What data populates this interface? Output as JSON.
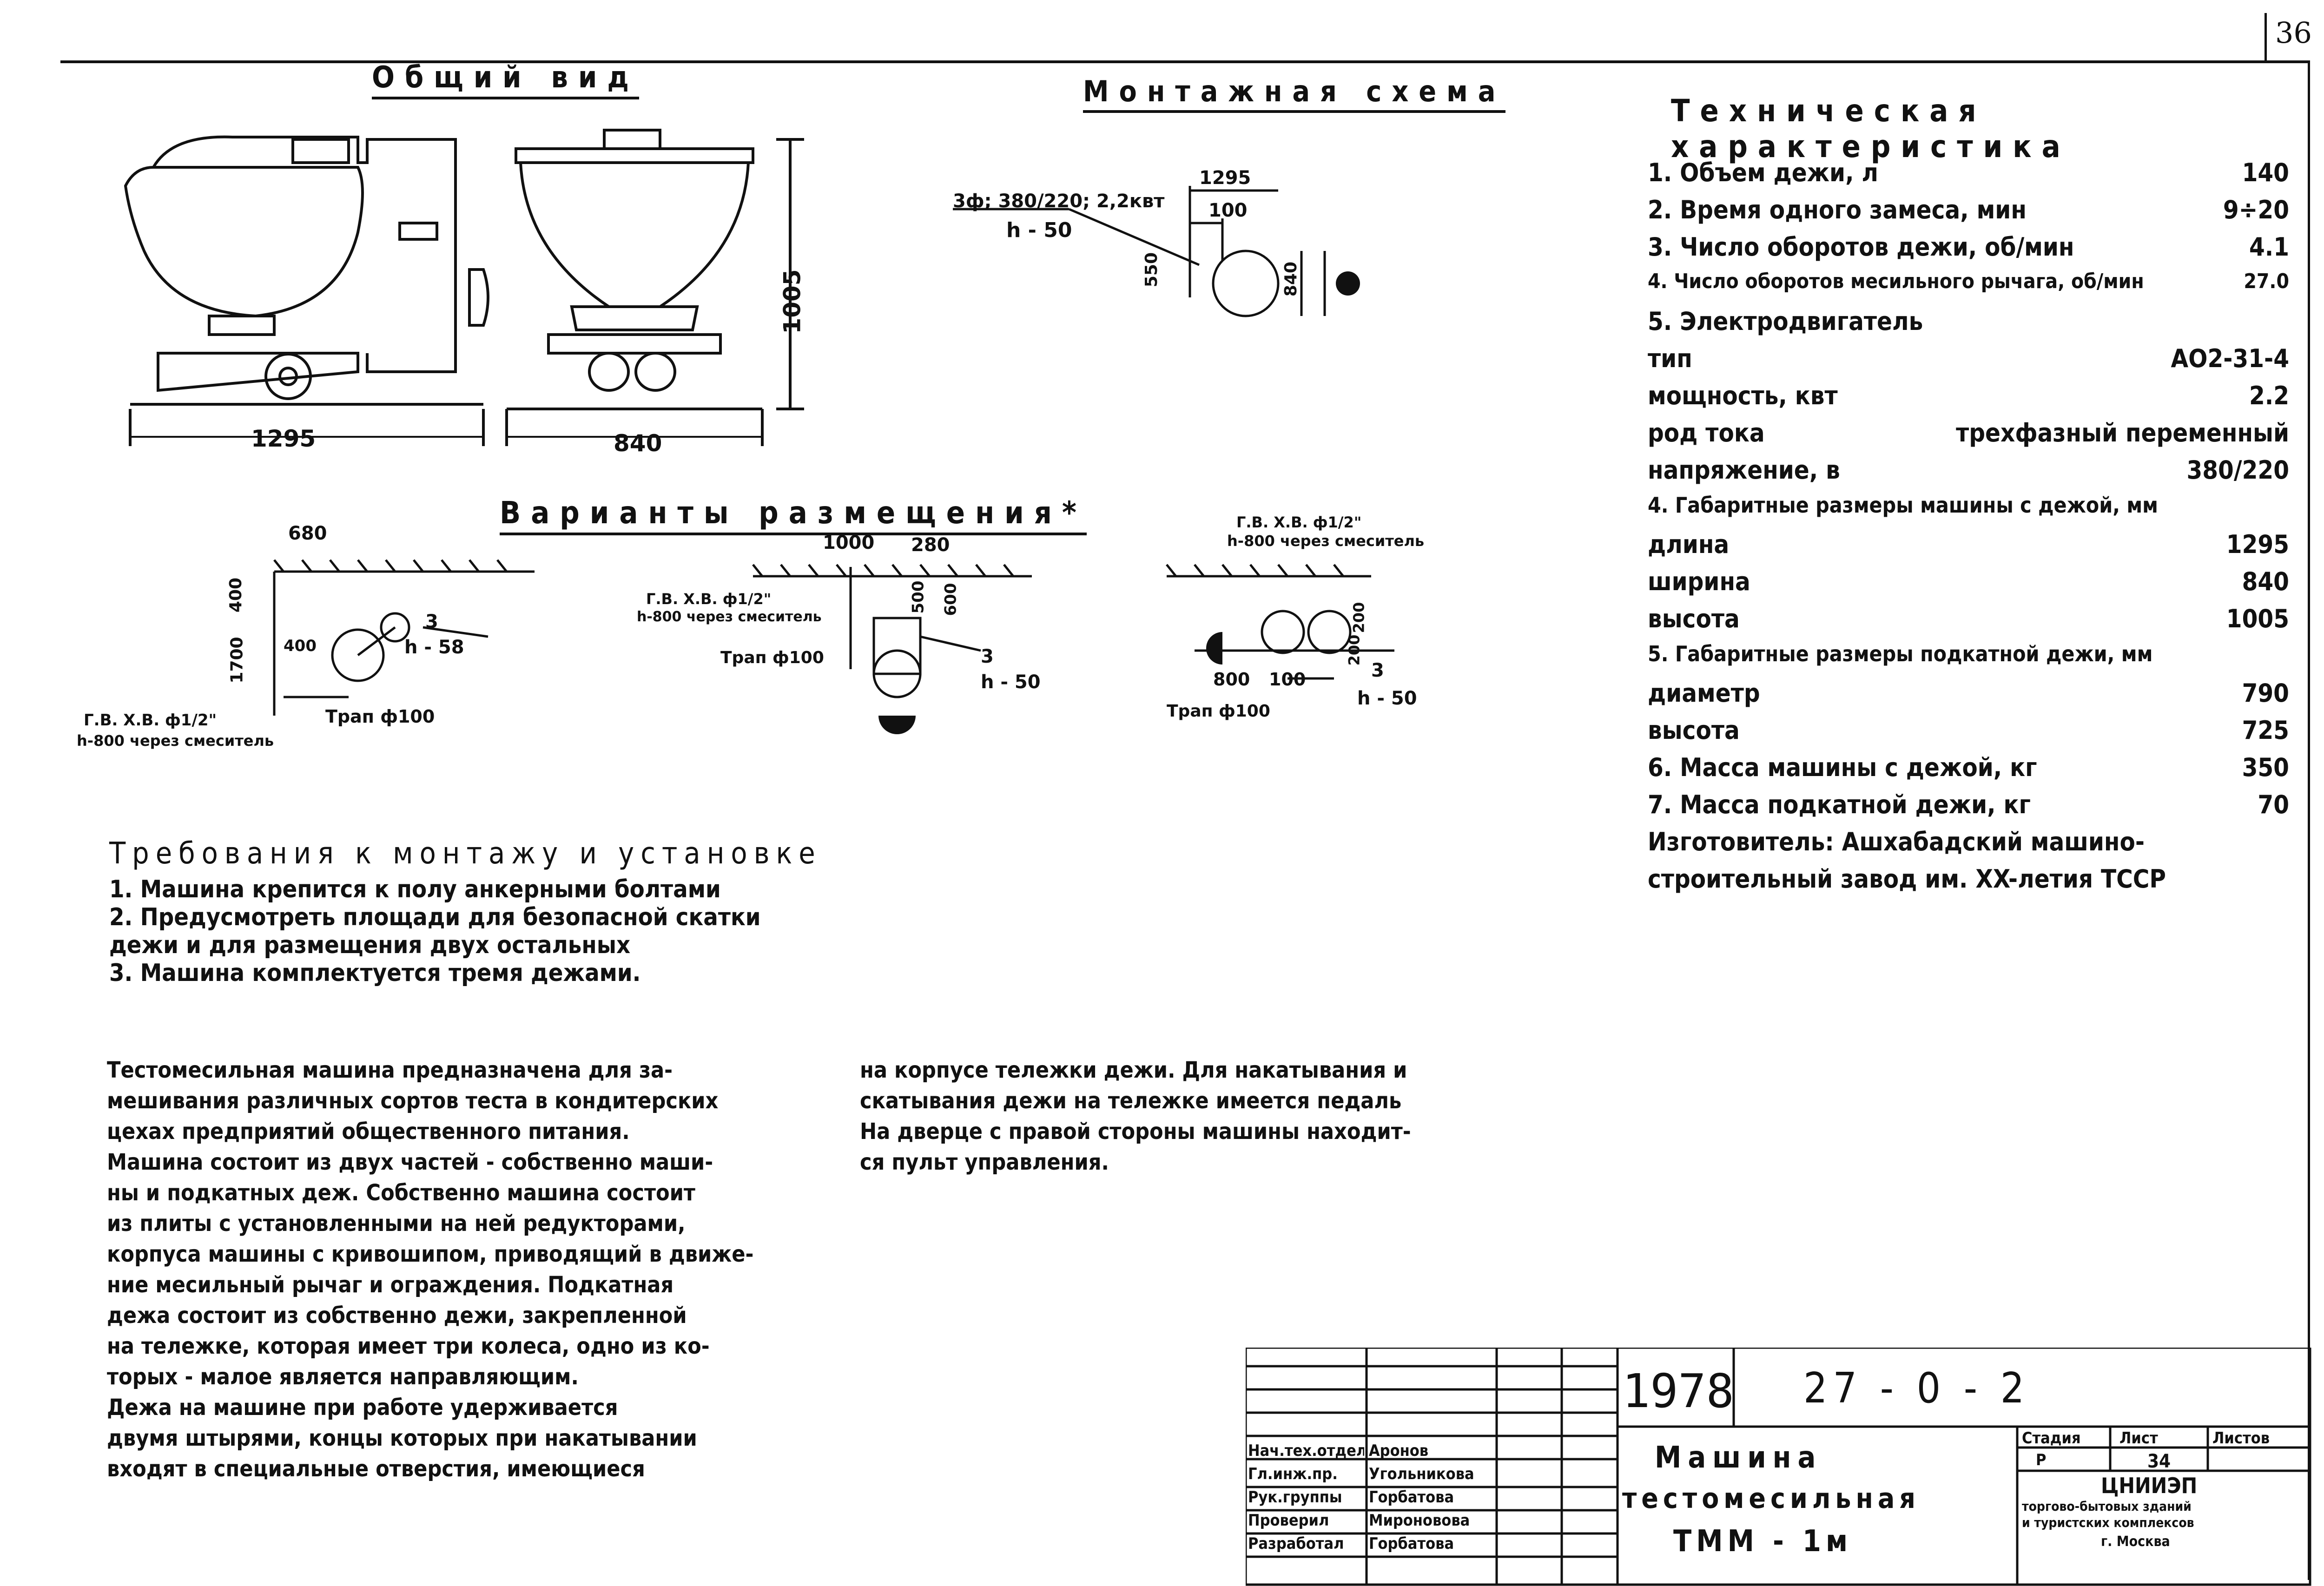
{
  "page_number": "36",
  "titles": {
    "general_view": "Общий вид",
    "mounting_scheme": "Монтажная схема",
    "placement_variants": "Варианты размещения*",
    "technical_specs": "Техническая характеристика"
  },
  "general_view_dims": {
    "length": "1295",
    "width": "840",
    "height": "1005"
  },
  "mounting_scheme_labels": {
    "power": "3ф; 380/220; 2,2квт",
    "h": "h - 50",
    "d1": "1295",
    "d2": "100",
    "d3": "550",
    "d4": "840"
  },
  "variant_labels": {
    "v1_top": "680",
    "v1_side": "400",
    "v1_tall": "1700",
    "v1_inner": "400",
    "v1_cap1": "Г.В. Х.В. ф1/2\"",
    "v1_cap2": "h-800 через смеситель",
    "v1_h": "h - 58",
    "v1_n": "3",
    "v1_drain": "Трап ф100",
    "v2_top1": "1000",
    "v2_top2": "280",
    "v2_cap1": "Г.В. Х.В. ф1/2\"",
    "v2_cap2": "h-800 через смеситель",
    "v2_drain": "Трап ф100",
    "v2_d1": "500",
    "v2_d2": "600",
    "v2_n": "3",
    "v2_h": "h - 50",
    "v3_cap1": "Г.В. Х.В. ф1/2\"",
    "v3_cap2": "h-800 через смеситель",
    "v3_d1": "200",
    "v3_d2": "200",
    "v3_w1": "800",
    "v3_w2": "100",
    "v3_n": "3",
    "v3_h": "h - 50",
    "v3_drain": "Трап ф100"
  },
  "specs": [
    {
      "label": "1. Объем дежи, л",
      "value": "140"
    },
    {
      "label": "2. Время одного замеса, мин",
      "value": "9÷20"
    },
    {
      "label": "3. Число оборотов дежи, об/мин",
      "value": "4.1"
    },
    {
      "label": "4. Число оборотов месильного рычага, об/мин",
      "value": "27.0"
    },
    {
      "label": "5. Электродвигатель",
      "value": ""
    },
    {
      "label": "   тип",
      "value": "АО2-31-4"
    },
    {
      "label": "   мощность, квт",
      "value": "2.2"
    },
    {
      "label": "   род тока",
      "value": "трехфазный переменный"
    },
    {
      "label": "   напряжение, в",
      "value": "380/220"
    },
    {
      "label": "4. Габаритные размеры машины с дежой, мм",
      "value": ""
    },
    {
      "label": "   длина",
      "value": "1295"
    },
    {
      "label": "   ширина",
      "value": "840"
    },
    {
      "label": "   высота",
      "value": "1005"
    },
    {
      "label": "5. Габаритные размеры подкатной дежи, мм",
      "value": ""
    },
    {
      "label": "   диаметр",
      "value": "790"
    },
    {
      "label": "   высота",
      "value": "725"
    },
    {
      "label": "6. Масса машины с дежой, кг",
      "value": "350"
    },
    {
      "label": "7. Масса подкатной дежи, кг",
      "value": "70"
    },
    {
      "label": "   Изготовитель: Ашхабадский машино-",
      "value": ""
    },
    {
      "label": "   строительный завод им. XX-летия ТССР",
      "value": ""
    }
  ],
  "requirements": {
    "title": "Требования к монтажу и установке",
    "lines": [
      "1. Машина крепится к полу анкерными болтами",
      "2. Предусмотреть площади для безопасной скатки",
      "дежи и для размещения двух остальных",
      "3. Машина комплектуется тремя дежами."
    ]
  },
  "description": {
    "col1": [
      "Тестомесильная машина предназначена для за-",
      "мешивания различных сортов теста в кондитерских",
      "цехах предприятий общественного питания.",
      "Машина состоит из двух частей - собственно маши-",
      "ны и подкатных деж. Собственно машина состоит",
      "из плиты с установленными на ней редукторами,",
      "корпуса машины с кривошипом, приводящий в движе-",
      "ние месильный рычаг и ограждения. Подкатная",
      "дежа состоит из собственно дежи, закрепленной",
      "на тележке, которая имеет три колеса, одно из ко-",
      "торых - малое является направляющим.",
      "Дежа на машине при работе удерживается",
      "двумя штырями, концы которых при накатывании",
      "входят в специальные отверстия, имеющиеся"
    ],
    "col2": [
      "на корпусе тележки дежи. Для накатывания и",
      "скатывания дежи на тележке имеется педаль",
      "На дверце с правой стороны машины находит-",
      "ся пульт управления."
    ]
  },
  "title_block": {
    "year": "1978",
    "code": "27 - 0 - 2",
    "name_line1": "Машина",
    "name_line2": "тестомесильная",
    "name_line3": "ТММ - 1м",
    "roles": [
      "Нач.тех.отдела",
      "Гл.инж.пр.",
      "Рук.группы",
      "Проверил",
      "Разработал"
    ],
    "people": [
      "Аронов",
      "Угольникова",
      "Горбатова",
      "Мироновова",
      "Горбатова"
    ],
    "stage_label": "Стадия",
    "sheet_label": "Лист",
    "sheets_label": "Листов",
    "stage": "Р",
    "sheet": "34",
    "sheets": "",
    "org1": "ЦНИИЭП",
    "org2": "торгово-бытовых зданий",
    "org3": "и туристских комплексов",
    "org4": "г. Москва"
  }
}
